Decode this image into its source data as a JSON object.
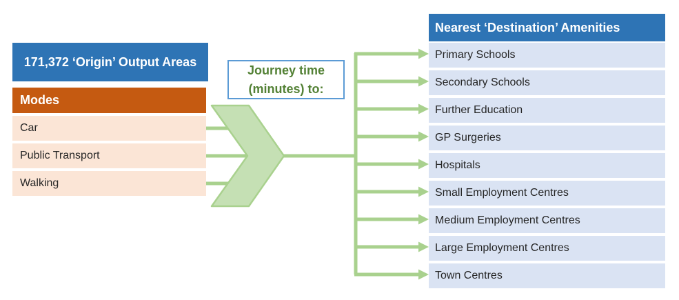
{
  "colors": {
    "header_blue": "#2e74b5",
    "modes_orange": "#c55a11",
    "mode_row_peach": "#fbe5d6",
    "amenity_row_blue": "#dae3f3",
    "connector_green": "#a9d18e",
    "chevron_fill": "#c5e0b4",
    "journey_text_green": "#538135",
    "journey_box_border": "#5b9bd5",
    "row_text": "#262626",
    "header_text": "#ffffff"
  },
  "origin_panel": {
    "header": "171,372 ‘Origin’ Output Areas",
    "modes_header": "Modes",
    "modes": [
      "Car",
      "Public Transport",
      "Walking"
    ]
  },
  "journey_label": {
    "line1": "Journey time",
    "line2": "(minutes) to:"
  },
  "destination_panel": {
    "header": "Nearest ‘Destination’ Amenities",
    "amenities": [
      "Primary Schools",
      "Secondary Schools",
      "Further Education",
      "GP Surgeries",
      "Hospitals",
      "Small Employment Centres",
      "Medium Employment Centres",
      "Large Employment Centres",
      "Town Centres"
    ]
  }
}
